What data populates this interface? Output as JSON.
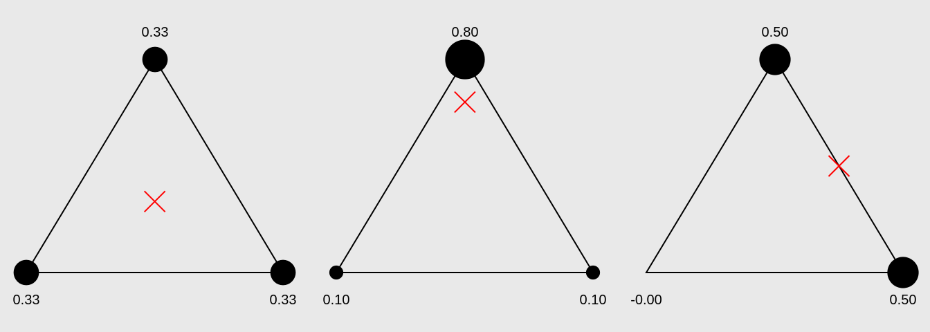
{
  "colors": {
    "background": "#e9e9e9",
    "edge": "#000000",
    "vertex": "#000000",
    "centroid": "#ff0000"
  },
  "panels": [
    {
      "weights": [
        0.33,
        0.33,
        0.33
      ],
      "labels": {
        "top": "0.33",
        "left": "0.33",
        "right": "0.33"
      }
    },
    {
      "weights": [
        0.8,
        0.1,
        0.1
      ],
      "labels": {
        "top": "0.80",
        "left": "0.10",
        "right": "0.10"
      }
    },
    {
      "weights": [
        0.5,
        0.0,
        0.5
      ],
      "labels": {
        "top": "0.50",
        "left": "-0.00",
        "right": "0.50"
      }
    }
  ]
}
